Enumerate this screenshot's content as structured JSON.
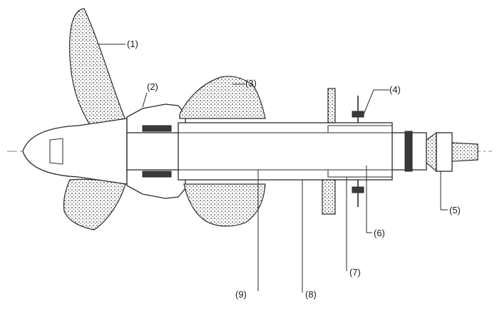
{
  "diagram": {
    "labels": [
      {
        "id": "1",
        "text": "(1)"
      },
      {
        "id": "2",
        "text": "(2)"
      },
      {
        "id": "3",
        "text": "(3)"
      },
      {
        "id": "4",
        "text": "(4)"
      },
      {
        "id": "5",
        "text": "(5)"
      },
      {
        "id": "6",
        "text": "(6)"
      },
      {
        "id": "7",
        "text": "(7)"
      },
      {
        "id": "8",
        "text": "(8)"
      },
      {
        "id": "9",
        "text": "(9)"
      }
    ]
  }
}
